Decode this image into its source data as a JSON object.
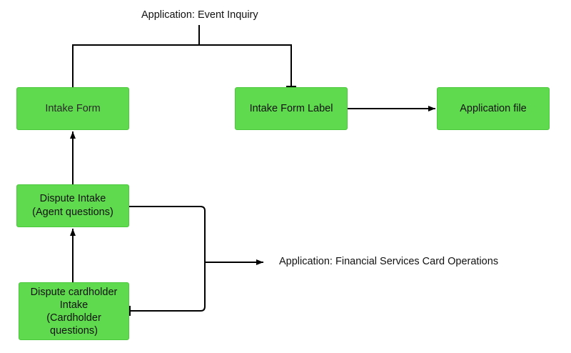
{
  "diagram": {
    "labels": {
      "event_inquiry": "Application: Event Inquiry",
      "financial_services": "Application: Financial Services Card Operations"
    },
    "nodes": {
      "intake_form": {
        "lines": [
          "Intake Form"
        ]
      },
      "intake_form_label": {
        "lines": [
          "Intake Form Label"
        ]
      },
      "application_file": {
        "lines": [
          "Application file"
        ]
      },
      "dispute_intake": {
        "lines": [
          "Dispute Intake",
          "(Agent questions)"
        ]
      },
      "dispute_cardholder_intake": {
        "lines": [
          "Dispute cardholder",
          "Intake",
          "(Cardholder",
          "questions)"
        ]
      }
    },
    "colors": {
      "node_fill": "#5fd94d",
      "node_border": "#4cc83c",
      "line": "#000000",
      "text": "#111111"
    }
  }
}
